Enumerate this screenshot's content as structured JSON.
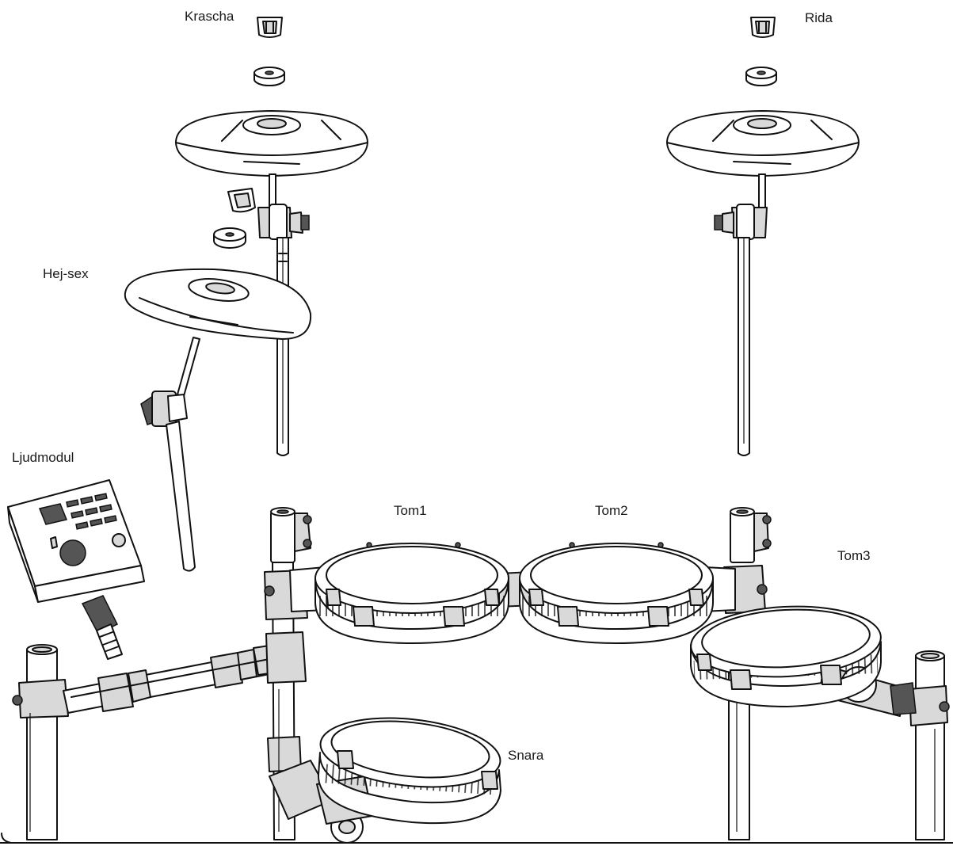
{
  "labels": {
    "crash": "Krascha",
    "ride": "Rida",
    "hihat": "Hej-sex",
    "module": "Ljudmodul",
    "tom1": "Tom1",
    "tom2": "Tom2",
    "tom3": "Tom3",
    "snare": "Snara"
  },
  "colors": {
    "line": "#111111",
    "background": "#ffffff",
    "shade": "#d9d9d9"
  }
}
